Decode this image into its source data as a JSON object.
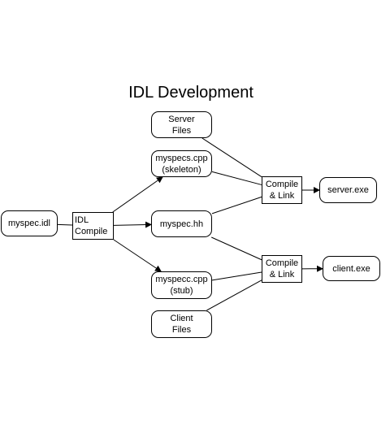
{
  "diagram": {
    "title": "IDL Development",
    "nodes": {
      "myspec_idl": {
        "lines": [
          "myspec.idl"
        ]
      },
      "idl_compile": {
        "lines": [
          "IDL",
          "Compile"
        ]
      },
      "server_files": {
        "lines": [
          "Server",
          "Files"
        ]
      },
      "skeleton": {
        "lines": [
          "myspecs.cpp",
          "(skeleton)"
        ]
      },
      "header": {
        "lines": [
          "myspec.hh"
        ]
      },
      "stub": {
        "lines": [
          "myspecc.cpp",
          "(stub)"
        ]
      },
      "client_files": {
        "lines": [
          "Client",
          "Files"
        ]
      },
      "compile_server": {
        "lines": [
          "Compile",
          "& Link"
        ]
      },
      "compile_client": {
        "lines": [
          "Compile",
          "& Link"
        ]
      },
      "server_exe": {
        "lines": [
          "server.exe"
        ]
      },
      "client_exe": {
        "lines": [
          "client.exe"
        ]
      }
    },
    "edges": [
      {
        "from": "myspec_idl",
        "to": "idl_compile",
        "arrow": false
      },
      {
        "from": "idl_compile",
        "to": "skeleton",
        "arrow": true
      },
      {
        "from": "idl_compile",
        "to": "header",
        "arrow": true
      },
      {
        "from": "idl_compile",
        "to": "stub",
        "arrow": true
      },
      {
        "from": "server_files",
        "to": "compile_server",
        "arrow": false
      },
      {
        "from": "skeleton",
        "to": "compile_server",
        "arrow": false
      },
      {
        "from": "header",
        "to": "compile_server",
        "arrow": false
      },
      {
        "from": "header",
        "to": "compile_client",
        "arrow": false
      },
      {
        "from": "stub",
        "to": "compile_client",
        "arrow": false
      },
      {
        "from": "client_files",
        "to": "compile_client",
        "arrow": false
      },
      {
        "from": "compile_server",
        "to": "server_exe",
        "arrow": true
      },
      {
        "from": "compile_client",
        "to": "client_exe",
        "arrow": true
      }
    ]
  }
}
